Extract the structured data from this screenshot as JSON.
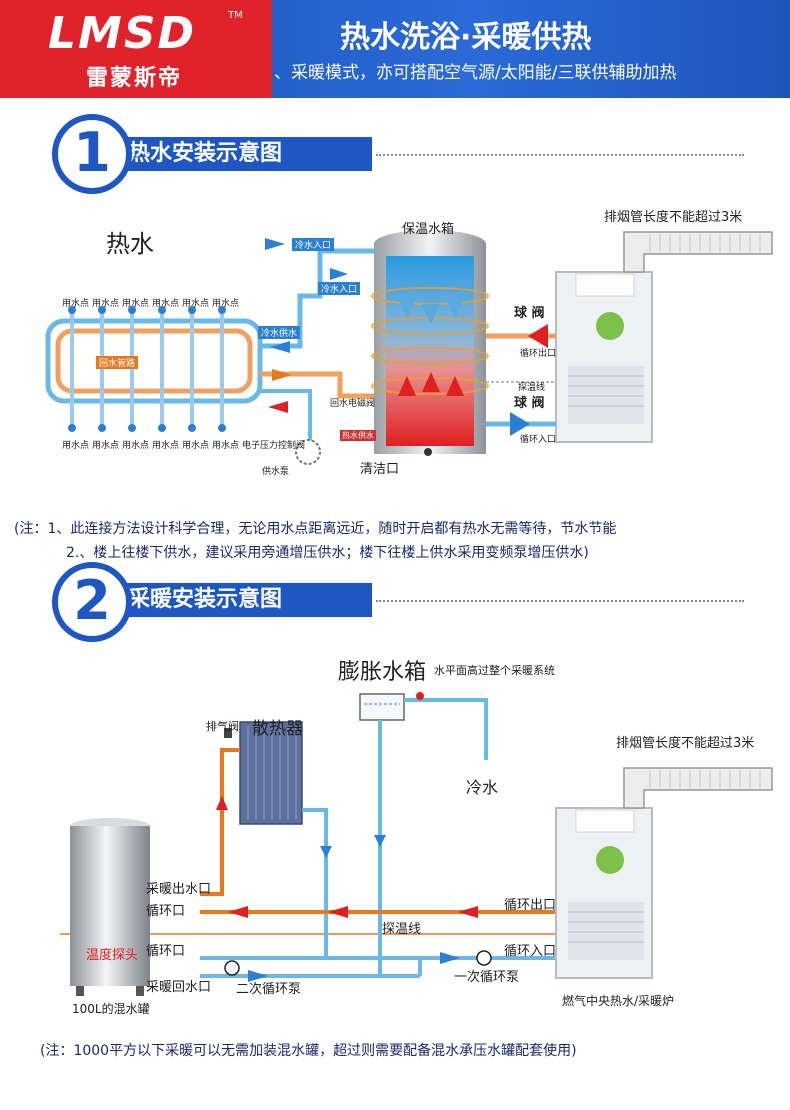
{
  "header": {
    "logo": "LMSD",
    "logo_cn": "雷蒙斯帝",
    "tm": "TM",
    "title": "热水洗浴·采暖供热",
    "subtitle": "、采暖模式，亦可搭配空气源/太阳能/三联供辅助加热"
  },
  "section1": {
    "number": "1",
    "title": "热水安装示意图",
    "label_hot": "热水",
    "tank_label": "保温水箱",
    "flue_label": "排烟管长度不能超过3米",
    "cold_in": "冷水入口",
    "cold_in2": "冷水入口",
    "cold_supply": "冷水供水",
    "return_pipe": "回水管路",
    "return_valve": "回水电磁阀",
    "pressure_valve": "电子压力控制阀",
    "pump": "供水泵",
    "hot_supply": "热水供水",
    "clean_port": "清洁口",
    "ball_valve_1": "球 阀",
    "ball_valve_2": "球 阀",
    "loop_out": "循环出口",
    "loop_in": "循环入口",
    "temp_line": "探温线",
    "water_point": "用水点"
  },
  "notes1": {
    "line1": "(注：1、此连接方法设计科学合理，无论用水点距离远近，随时开启都有热水无需等待，节水节能",
    "line2": "2.、楼上往楼下供水，建议采用旁通增压供水；楼下往楼上供水采用变频泵增压供水)"
  },
  "section2": {
    "number": "2",
    "title": "采暖安装示意图",
    "expansion_tank": "膨胀水箱",
    "expansion_note": "水平面高过整个采暖系统",
    "vent_valve": "排气阀",
    "radiator": "散热器",
    "flue_label": "排烟管长度不能超过3米",
    "cold_water": "冷水",
    "heat_out": "采暖出水口",
    "loop_port_1": "循环口",
    "temp_probe": "温度探头",
    "loop_port_2": "循环口",
    "heat_return": "采暖回水口",
    "secondary_pump": "二次循环泵",
    "tank_label": "100L的混水罐",
    "temp_line": "探温线",
    "loop_out": "循环出口",
    "loop_in": "循环入口",
    "primary_pump": "一次循环泵",
    "boiler_label": "燃气中央热水/采暖炉"
  },
  "notes2": {
    "line1": "(注：1000平方以下采暖可以无需加装混水罐，超过则需要配备混水承压水罐配套使用)"
  },
  "colors": {
    "blue": "#1e56c4",
    "red": "#e0222b",
    "hot_pipe": "#e8781e",
    "cold_pipe": "#6ab8e8"
  }
}
